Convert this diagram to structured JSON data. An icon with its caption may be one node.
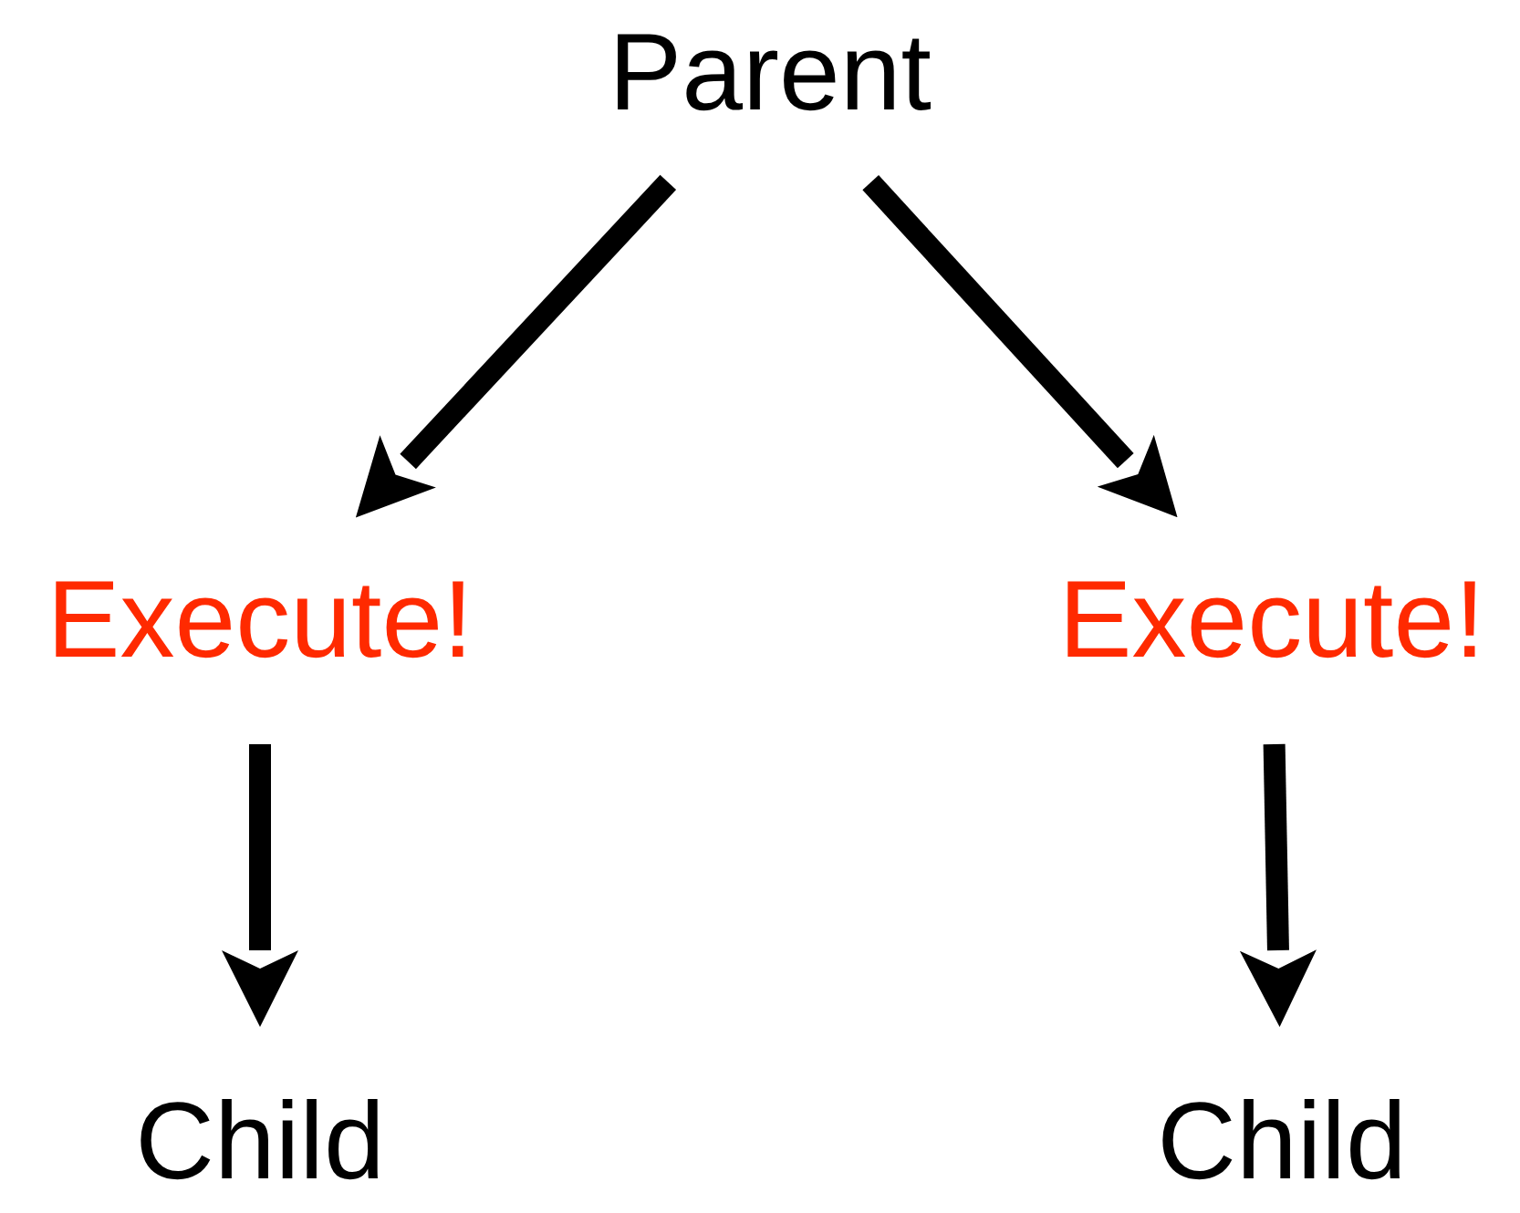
{
  "diagram": {
    "nodes": [
      {
        "text": [
          "Parent"
        ]
      },
      {
        "text": [
          "Execute!"
        ]
      },
      {
        "text": [
          "Execute!"
        ]
      },
      {
        "text": [
          "Child"
        ]
      },
      {
        "text": [
          "Child"
        ]
      }
    ],
    "edges": [
      {
        "from": 0,
        "to": 1,
        "arrow": "to"
      },
      {
        "from": 0,
        "to": 2,
        "arrow": "to"
      },
      {
        "from": 1,
        "to": 3,
        "arrow": "to"
      },
      {
        "from": 2,
        "to": 4,
        "arrow": "to"
      }
    ]
  }
}
